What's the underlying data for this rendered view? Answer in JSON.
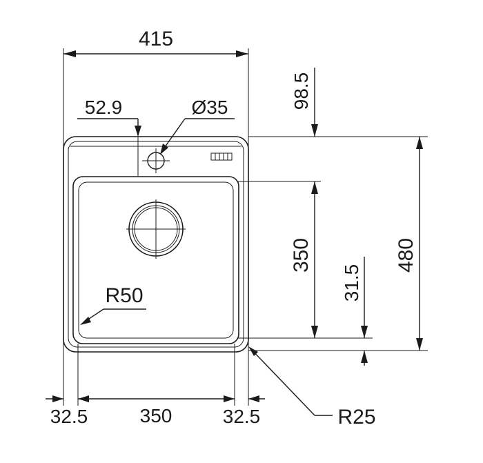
{
  "dimensions": {
    "overall_width": "415",
    "tap_offset": "52.9",
    "tap_hole_diameter": "Ø35",
    "top_to_bowl": "98.5",
    "overall_depth": "480",
    "bowl_depth": "350",
    "bottom_margin": "31.5",
    "corner_bowl": "R50",
    "corner_outer": "R25",
    "left_margin": "32.5",
    "bowl_width": "350",
    "right_margin": "32.5"
  }
}
